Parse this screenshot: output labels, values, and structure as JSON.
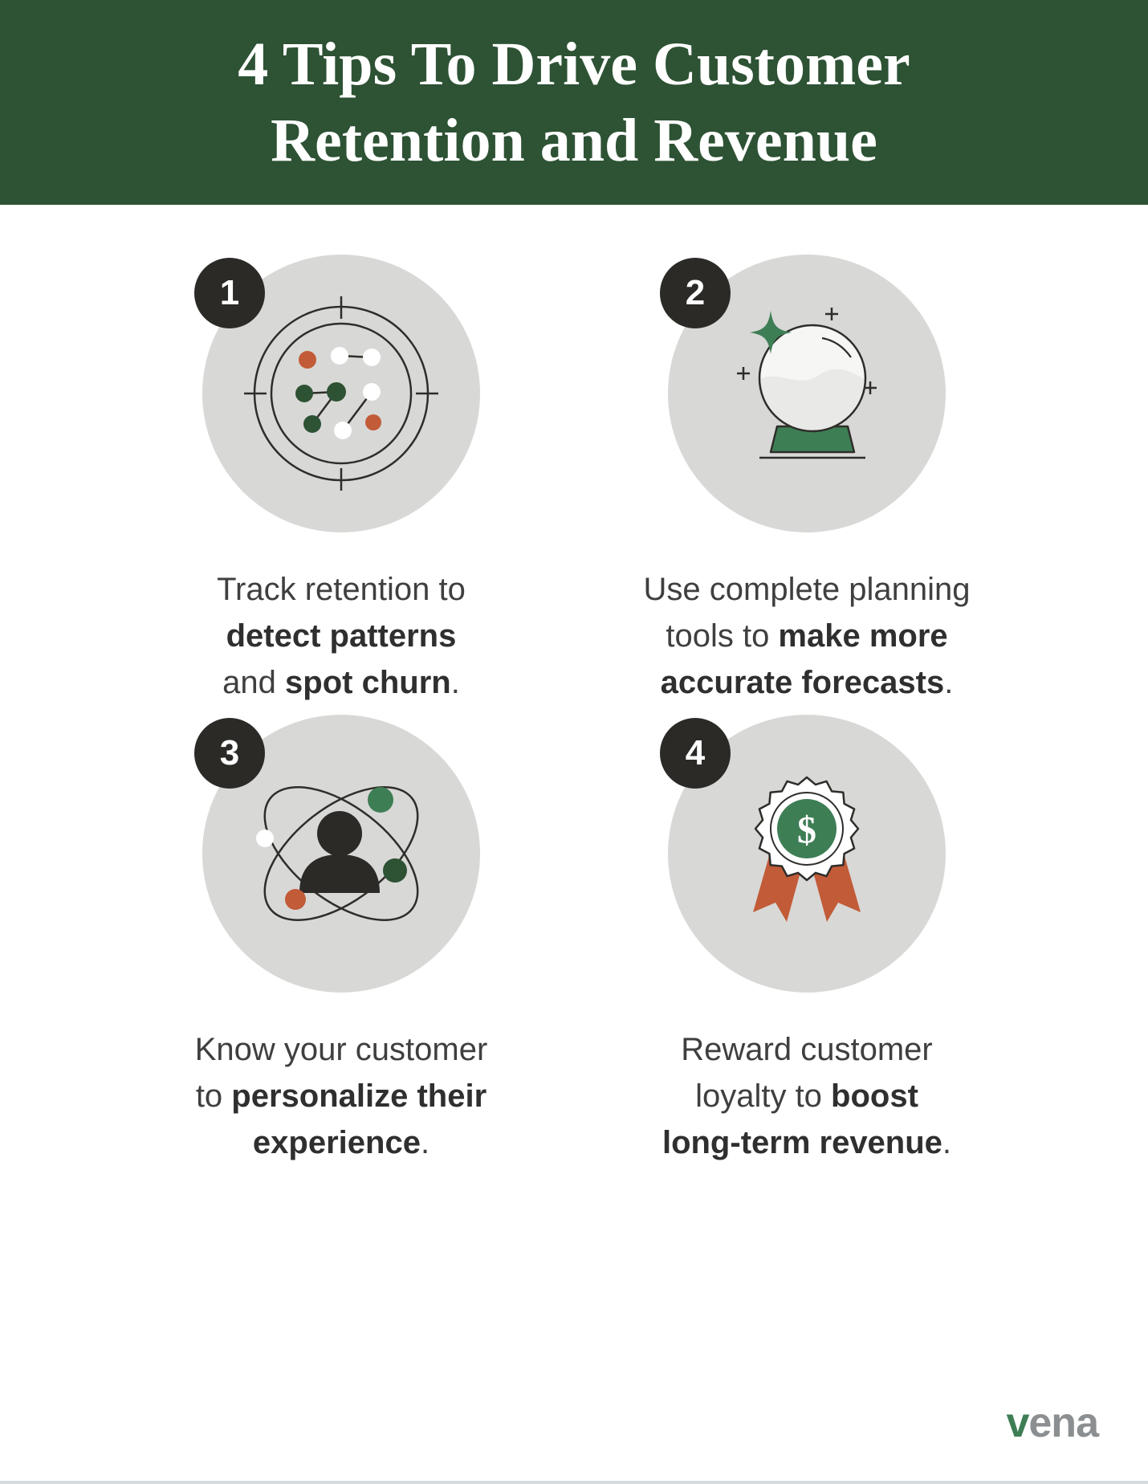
{
  "header": {
    "title_line1": "4 Tips To Drive Customer",
    "title_line2": "Retention and Revenue"
  },
  "tips": [
    {
      "number": "1",
      "icon": "target-network-icon",
      "lines": [
        [
          {
            "t": "Track retention to"
          }
        ],
        [
          {
            "t": "detect patterns",
            "b": true
          }
        ],
        [
          {
            "t": "and "
          },
          {
            "t": "spot churn",
            "b": true
          },
          {
            "t": "."
          }
        ]
      ]
    },
    {
      "number": "2",
      "icon": "crystal-ball-icon",
      "lines": [
        [
          {
            "t": "Use complete planning"
          }
        ],
        [
          {
            "t": "tools to "
          },
          {
            "t": "make more",
            "b": true
          }
        ],
        [
          {
            "t": "accurate forecasts",
            "b": true
          },
          {
            "t": "."
          }
        ]
      ]
    },
    {
      "number": "3",
      "icon": "atom-customer-icon",
      "lines": [
        [
          {
            "t": "Know your customer"
          }
        ],
        [
          {
            "t": "to "
          },
          {
            "t": "personalize their",
            "b": true
          }
        ],
        [
          {
            "t": "experience",
            "b": true
          },
          {
            "t": "."
          }
        ]
      ]
    },
    {
      "number": "4",
      "icon": "award-ribbon-icon",
      "symbol": "$",
      "lines": [
        [
          {
            "t": "Reward customer"
          }
        ],
        [
          {
            "t": "loyalty to "
          },
          {
            "t": "boost",
            "b": true
          }
        ],
        [
          {
            "t": "long-term revenue",
            "b": true
          },
          {
            "t": "."
          }
        ]
      ]
    }
  ],
  "footer": {
    "logo_text": "vena"
  },
  "colors": {
    "header_green": "#2d5234",
    "accent_green": "#3e7e55",
    "dark_green": "#2d5234",
    "accent_orange": "#c25b38",
    "circle_gray": "#d8d8d6",
    "badge_black": "#2b2a27",
    "text_dark": "#3f3f3f",
    "logo_gray": "#8b8f91",
    "ink": "#2e2d2a",
    "background": "#ffffff"
  }
}
